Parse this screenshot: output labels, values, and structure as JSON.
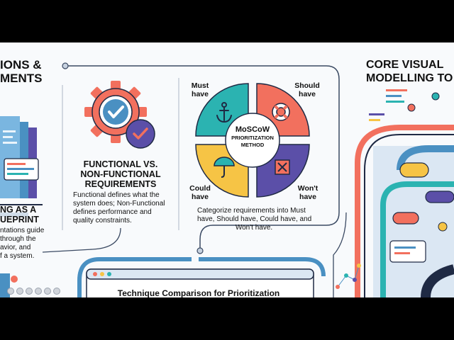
{
  "left_panel": {
    "title_line1": "IONS &",
    "title_line2": "MENTS",
    "blueprint_line1": "NG AS A",
    "blueprint_line2": "UEPRINT",
    "desc_line1": "ntations guide",
    "desc_line2": "through the",
    "desc_line3": "avior, and",
    "desc_line4": "f a system."
  },
  "functional": {
    "title_line1": "FUNCTIONAL VS.",
    "title_line2": "NON-FUNCTIONAL",
    "title_line3": "REQUIREMENTS",
    "desc_line1": "Functional defines what the",
    "desc_line2": "system does; Non-Functional",
    "desc_line3": "defines performance and",
    "desc_line4": "quality constraints."
  },
  "moscow": {
    "must_line1": "Must",
    "must_line2": "have",
    "should_line1": "Should",
    "should_line2": "have",
    "could_line1": "Could",
    "could_line2": "have",
    "wont_line1": "Won't",
    "wont_line2": "have",
    "center_title": "MoSCoW",
    "center_sub1": "PRIORITIZATION",
    "center_sub2": "METHOD",
    "desc_line1": "Categorize requirements into Must",
    "desc_line2": "have, Should have, Could have, and",
    "desc_line3": "Won't have."
  },
  "right_panel": {
    "title_line1": "CORE VISUAL",
    "title_line2": "MODELLING TO"
  },
  "comparison": {
    "title": "Technique Comparison for Prioritization"
  },
  "colors": {
    "teal": "#2bb3b1",
    "coral": "#f2705e",
    "yellow": "#f6c445",
    "purple": "#5b4fa8",
    "navy": "#1f2a44",
    "blue": "#4a90c2"
  }
}
